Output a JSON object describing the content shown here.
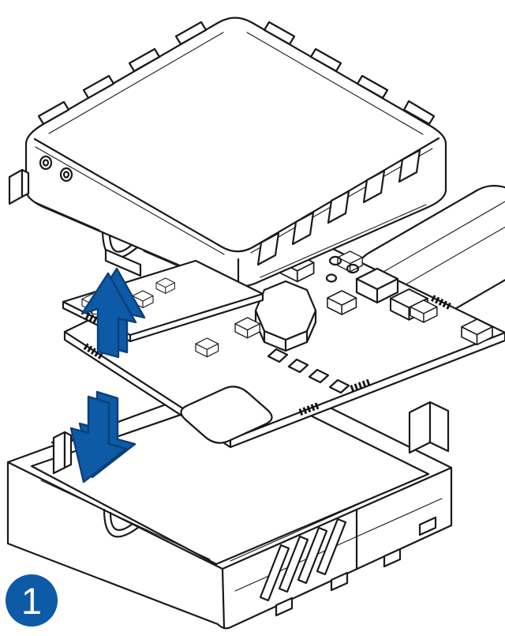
{
  "figure": {
    "kind": "exploded-view-assembly-diagram",
    "step_badge": {
      "label": "1"
    },
    "colors": {
      "accent": "#0d5aa6",
      "accent_outline": "#0c3f78",
      "line": "#191919",
      "background": "#ffffff"
    },
    "parts": [
      {
        "name": "top-cover",
        "label": "Device top cover"
      },
      {
        "name": "daughter-pcb",
        "label": "Small accessory PCB"
      },
      {
        "name": "main-pcb",
        "label": "Main PCB"
      },
      {
        "name": "sim-holder",
        "label": "SIM card holder"
      },
      {
        "name": "connector-housing",
        "label": "Connector housing"
      },
      {
        "name": "bottom-cover",
        "label": "Device bottom cover"
      },
      {
        "name": "arrow-up",
        "label": "Lift PCB direction arrow",
        "direction": "up"
      },
      {
        "name": "arrow-down",
        "label": "Place into cover direction arrow",
        "direction": "down"
      }
    ]
  }
}
